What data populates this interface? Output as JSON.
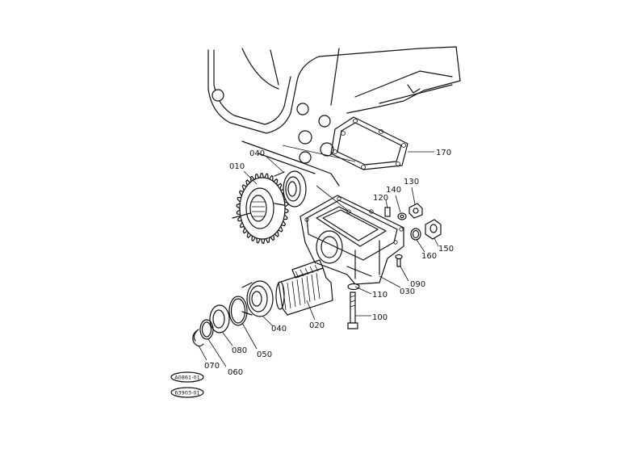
{
  "callouts": [
    {
      "id": "c010",
      "text": "010"
    },
    {
      "id": "c040a",
      "text": "040"
    },
    {
      "id": "c170",
      "text": "170"
    },
    {
      "id": "c130",
      "text": "130"
    },
    {
      "id": "c140",
      "text": "140"
    },
    {
      "id": "c120",
      "text": "120"
    },
    {
      "id": "c150",
      "text": "150"
    },
    {
      "id": "c160",
      "text": "160"
    },
    {
      "id": "c090",
      "text": "090"
    },
    {
      "id": "c030",
      "text": "030"
    },
    {
      "id": "c110",
      "text": "110"
    },
    {
      "id": "c100",
      "text": "100"
    },
    {
      "id": "c020",
      "text": "020"
    },
    {
      "id": "c040b",
      "text": "040"
    },
    {
      "id": "c050",
      "text": "050"
    },
    {
      "id": "c080",
      "text": "080"
    },
    {
      "id": "c060",
      "text": "060"
    },
    {
      "id": "c070",
      "text": "070"
    }
  ],
  "badges": [
    {
      "text": "A0861-01"
    },
    {
      "text": "63903-01"
    }
  ]
}
